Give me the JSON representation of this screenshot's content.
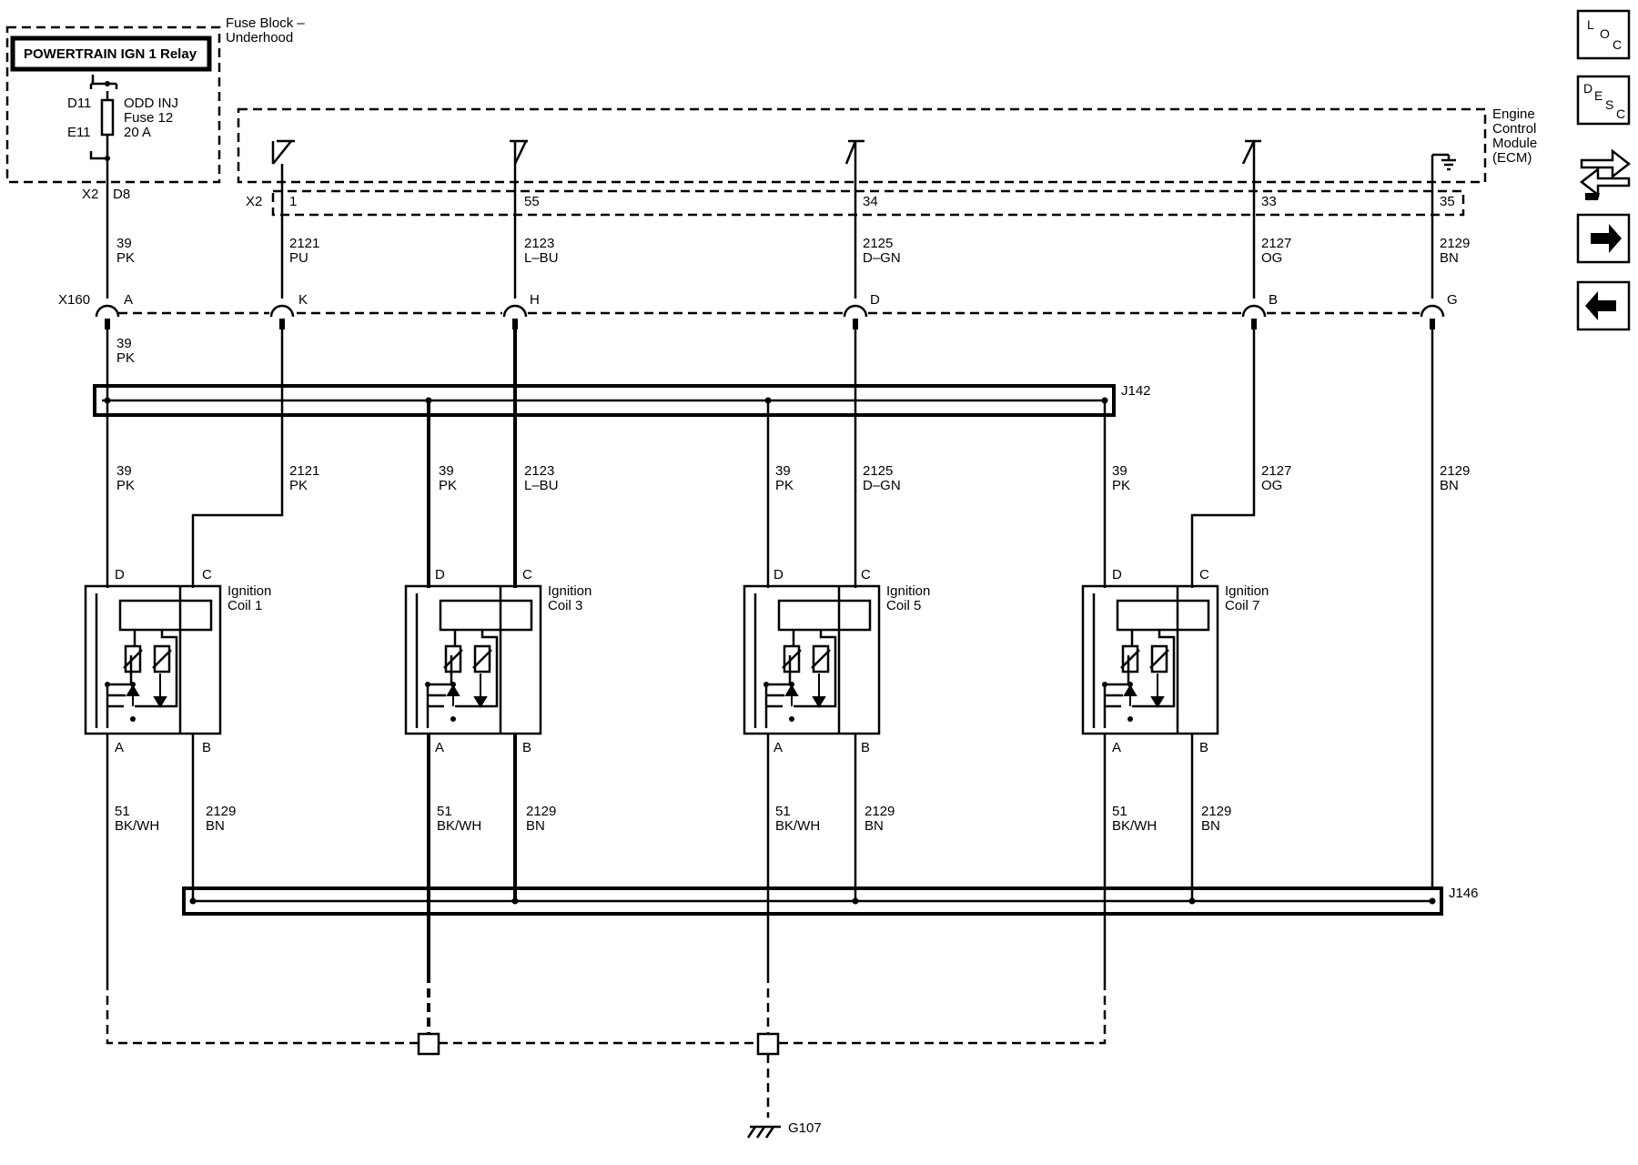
{
  "fuse_block": {
    "title_line1": "Fuse Block –",
    "title_line2": "Underhood",
    "relay_label": "POWERTRAIN IGN 1 Relay",
    "pin_d11": "D11",
    "pin_e11": "E11",
    "fuse_line1": "ODD INJ",
    "fuse_line2": "Fuse 12",
    "fuse_line3": "20 A",
    "conn": "X2",
    "conn_pin": "D8"
  },
  "ecm": {
    "title_line1": "Engine",
    "title_line2": "Control",
    "title_line3": "Module",
    "title_line4": "(ECM)",
    "conn": "X2",
    "pins": [
      "1",
      "55",
      "34",
      "33",
      "35"
    ]
  },
  "wires": [
    {
      "circuit": "39",
      "color": "PK"
    },
    {
      "circuit": "2121",
      "color": "PU"
    },
    {
      "circuit": "2123",
      "color": "L–BU"
    },
    {
      "circuit": "2125",
      "color": "D–GN"
    },
    {
      "circuit": "2127",
      "color": "OG"
    },
    {
      "circuit": "2129",
      "color": "BN"
    }
  ],
  "x160": {
    "name": "X160",
    "pins": [
      "A",
      "K",
      "H",
      "D",
      "B",
      "G"
    ]
  },
  "lower_wires": {
    "pk_below": {
      "circuit": "39",
      "color": "PK"
    },
    "pu_after_splice": {
      "circuit": "2121",
      "color": "PK"
    }
  },
  "splices": {
    "j142": "J142",
    "j146": "J146"
  },
  "coils": [
    {
      "name_line1": "Ignition",
      "name_line2": "Coil 1",
      "pin_d": "D",
      "pin_c": "C",
      "pin_a": "A",
      "pin_b": "B"
    },
    {
      "name_line1": "Ignition",
      "name_line2": "Coil 3",
      "pin_d": "D",
      "pin_c": "C",
      "pin_a": "A",
      "pin_b": "B"
    },
    {
      "name_line1": "Ignition",
      "name_line2": "Coil 5",
      "pin_d": "D",
      "pin_c": "C",
      "pin_a": "A",
      "pin_b": "B"
    },
    {
      "name_line1": "Ignition",
      "name_line2": "Coil 7",
      "pin_d": "D",
      "pin_c": "C",
      "pin_a": "A",
      "pin_b": "B"
    }
  ],
  "coil_out_wires": [
    {
      "circuit": "51",
      "color": "BK/WH"
    },
    {
      "circuit": "2129",
      "color": "BN"
    }
  ],
  "ground": {
    "name": "G107"
  },
  "nav": {
    "loc": [
      "L",
      "O",
      "C"
    ],
    "desc": [
      "D",
      "E",
      "S",
      "C"
    ],
    "forward_arrow": "→",
    "back_arrow": "←"
  }
}
